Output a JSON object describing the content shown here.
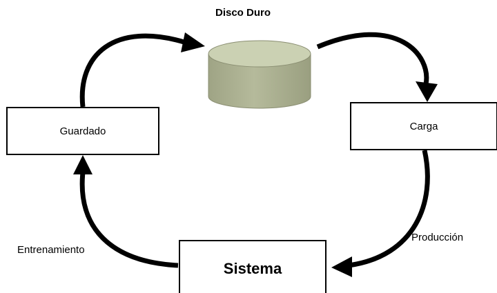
{
  "storage": {
    "label": "Disco Duro",
    "fill_top": "#c9cfb1",
    "fill_side": "#a6ab8b"
  },
  "nodes": {
    "guardado": "Guardado",
    "carga": "Carga",
    "sistema": "Sistema"
  },
  "edges": {
    "entrenamiento": "Entrenamiento",
    "produccion": "Producción"
  },
  "colors": {
    "stroke": "#000000",
    "background": "#ffffff"
  }
}
